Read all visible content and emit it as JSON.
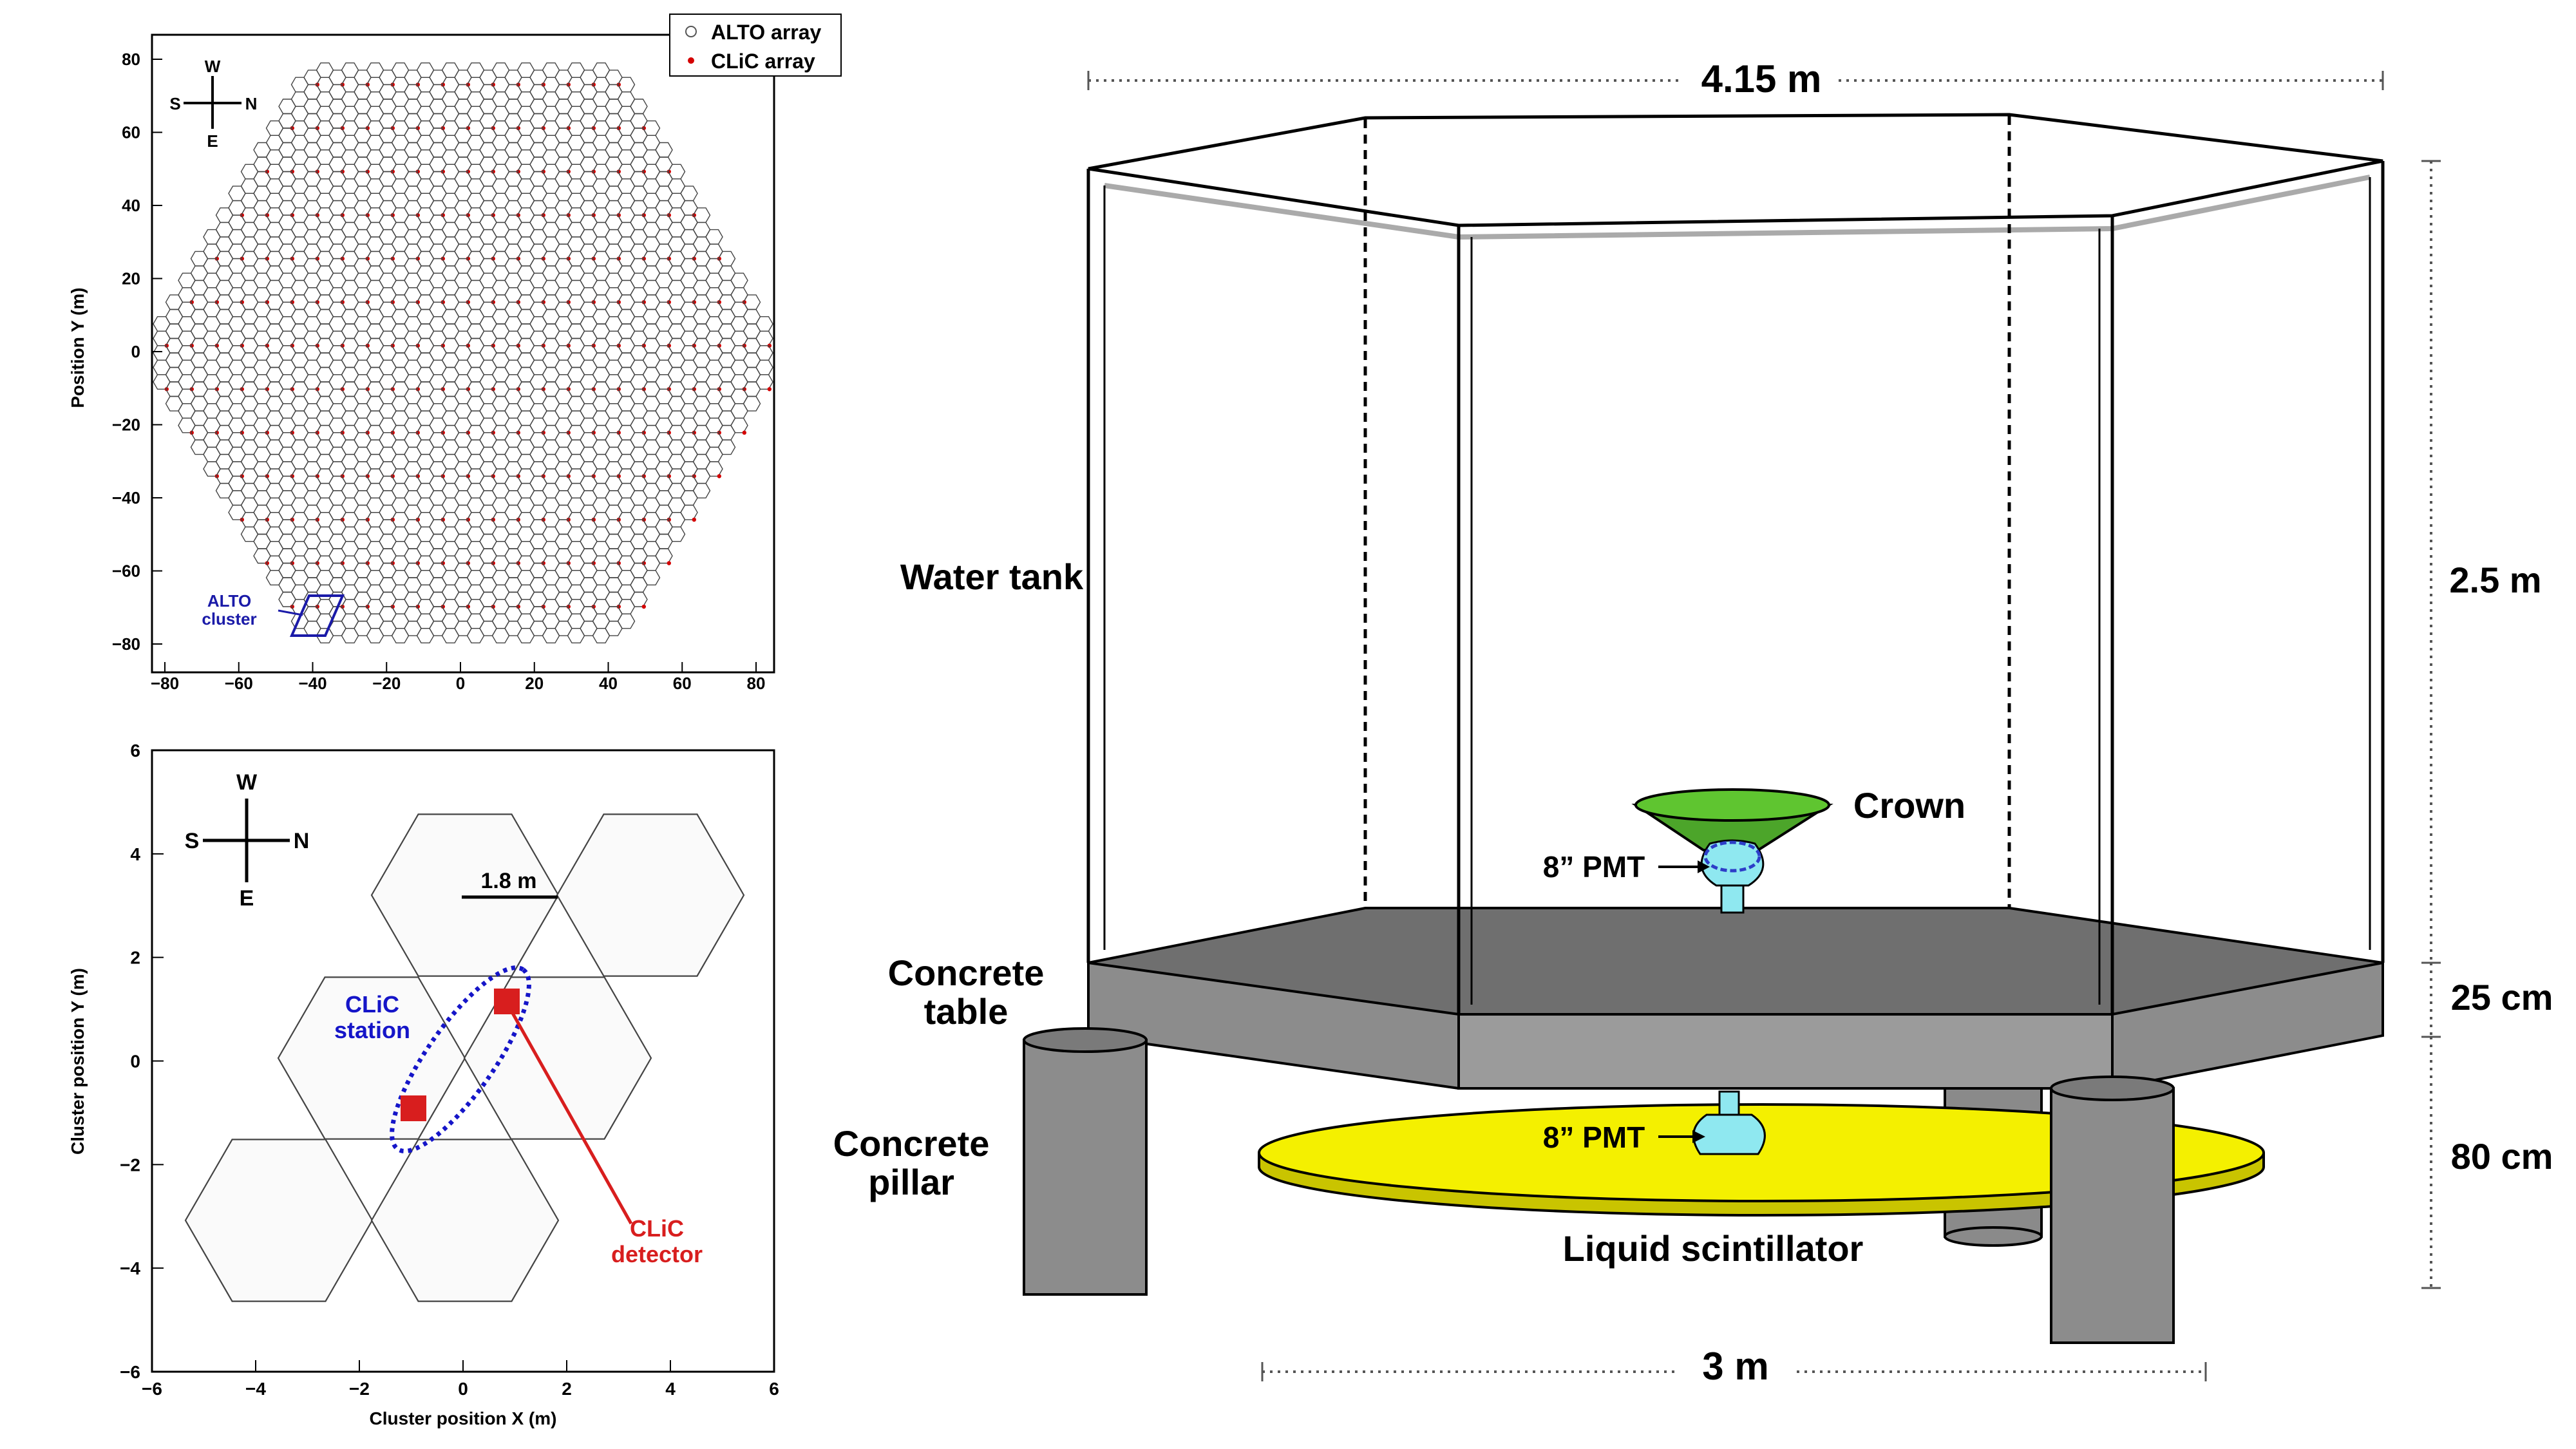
{
  "top_plot": {
    "legend": [
      "ALTO array",
      "CLiC array"
    ],
    "compass": {
      "north": "N",
      "south": "S",
      "east": "E",
      "west": "W"
    },
    "y_axis_title": "Position Y (m)",
    "x_ticks": [
      "−80",
      "−60",
      "−40",
      "−20",
      "0",
      "20",
      "40",
      "60",
      "80"
    ],
    "y_ticks": [
      "80",
      "60",
      "40",
      "20",
      "0",
      "−20",
      "−40",
      "−60",
      "−80"
    ],
    "cluster_label_1": "ALTO",
    "cluster_label_2": "cluster",
    "colors": {
      "alto": "#555555",
      "clic": "#d40000",
      "cluster": "#1a1aa8"
    }
  },
  "bottom_plot": {
    "compass": {
      "north": "N",
      "south": "S",
      "east": "E",
      "west": "W"
    },
    "x_axis_title": "Cluster position X (m)",
    "y_axis_title": "Cluster position Y (m)",
    "x_ticks": [
      "−6",
      "−4",
      "−2",
      "0",
      "2",
      "4",
      "6"
    ],
    "y_ticks": [
      "6",
      "4",
      "2",
      "0",
      "−2",
      "−4",
      "−6"
    ],
    "scale_label": "1.8 m",
    "station_label_1": "CLiC",
    "station_label_2": "station",
    "detector_label_1": "CLiC",
    "detector_label_2": "detector",
    "colors": {
      "station": "#1515c8",
      "detector": "#d81e1e"
    }
  },
  "tank": {
    "dim_width": "4.15 m",
    "dim_height": "2.5 m",
    "dim_table": "25 cm",
    "dim_pillar": "80 cm",
    "dim_base": "3 m",
    "water_tank": "Water tank",
    "crown": "Crown",
    "pmt_top": "8” PMT",
    "pmt_bottom": "8” PMT",
    "concrete_table_1": "Concrete",
    "concrete_table_2": "table",
    "concrete_pillar_1": "Concrete",
    "concrete_pillar_2": "pillar",
    "liquid_scintillator": "Liquid scintillator",
    "colors": {
      "concrete": "#808080",
      "crown": "#4ca52a",
      "pmt": "#8fe8f0",
      "scintillator": "#f4f000"
    }
  }
}
